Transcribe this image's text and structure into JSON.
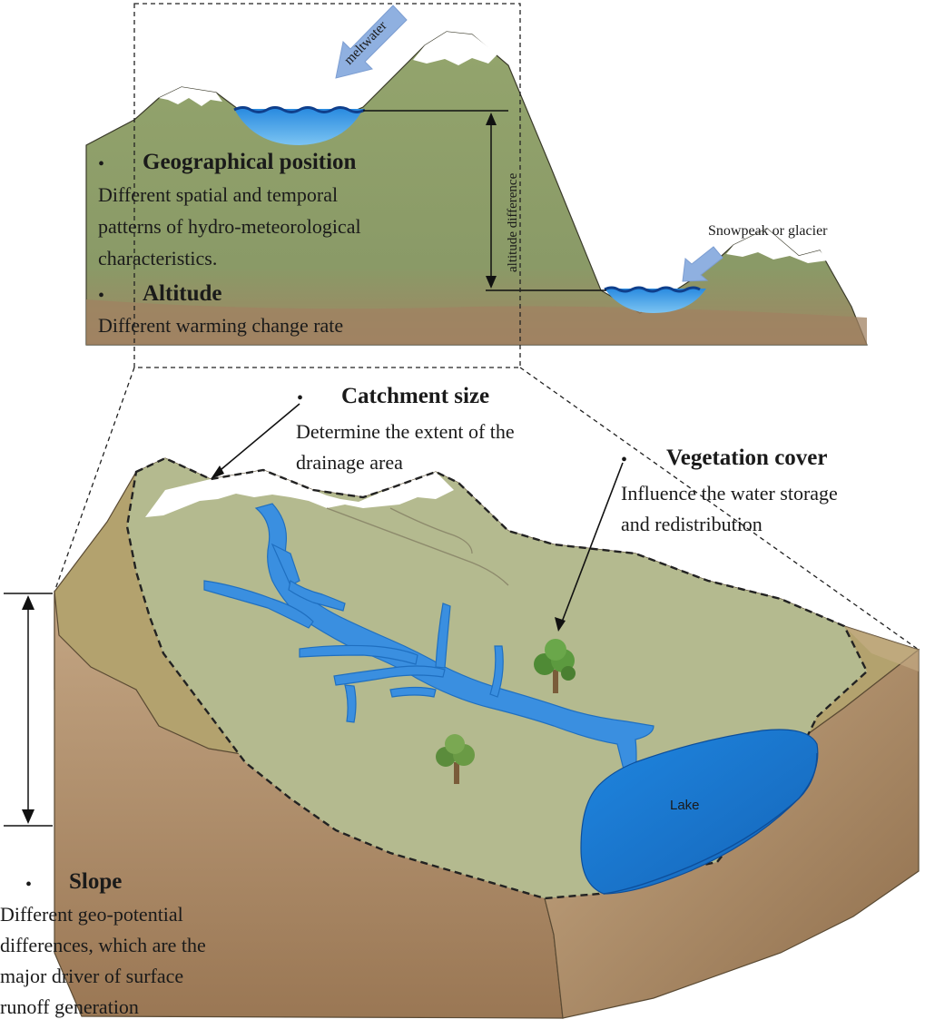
{
  "top_panel": {
    "geo_heading": "Geographical position",
    "geo_body": [
      "Different spatial and temporal",
      "patterns of hydro-meteorological",
      "characteristics."
    ],
    "alt_heading": "Altitude",
    "alt_body": "Different warming change rate",
    "label_meltwater": "meltwater",
    "label_altitude_difference": "altitude difference",
    "label_snowpeak": "Snowpeak or glacier"
  },
  "bottom_panel": {
    "catchment_heading": "Catchment size",
    "catchment_body": [
      "Determine the extent of the",
      "drainage area"
    ],
    "vegetation_heading": "Vegetation cover",
    "vegetation_body": [
      "Influence the water storage",
      "and redistribution"
    ],
    "slope_heading": "Slope",
    "slope_body": [
      "Different geo-potential",
      "differences, which are the",
      "major driver of surface",
      "runoff generation"
    ],
    "label_lake": "Lake"
  },
  "bullet_glyph": "•",
  "colors": {
    "mountain_green": "#8f9f6b",
    "snow": "#ffffff",
    "soil": "#a8896a",
    "soil_dark": "#8c6c4c",
    "block_top": "#a9b58b",
    "catchment_fill": "#b3b98c",
    "water": "#1f7fd6",
    "water_light": "#5fb3ec",
    "arrow_blue": "#8fb0e0",
    "tree_green": "#4f8a35",
    "trunk": "#7a5c3a"
  }
}
